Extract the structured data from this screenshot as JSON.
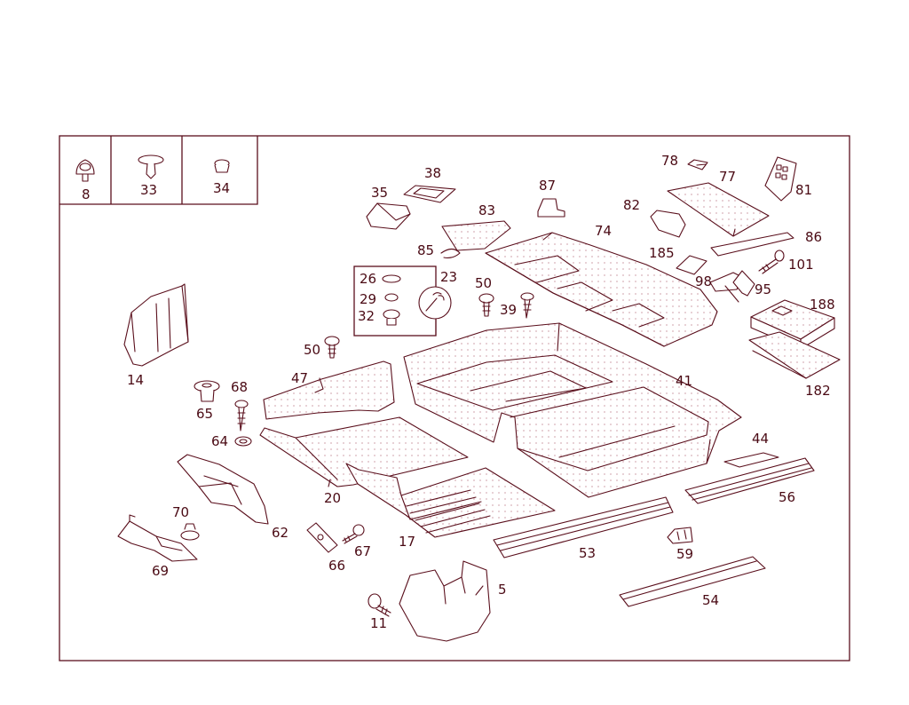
{
  "parts": {
    "p8": "8",
    "p33": "33",
    "p34": "34",
    "p38": "38",
    "p35": "35",
    "p87": "87",
    "p78": "78",
    "p77": "77",
    "p81": "81",
    "p83": "83",
    "p82": "82",
    "p74": "74",
    "p86": "86",
    "p85": "85",
    "p185": "185",
    "p101": "101",
    "p26": "26",
    "p23": "23",
    "p29": "29",
    "p32": "32",
    "p50a": "50",
    "p39": "39",
    "p98": "98",
    "p95": "95",
    "p188": "188",
    "p50b": "50",
    "p14": "14",
    "p47": "47",
    "p68": "68",
    "p65": "65",
    "p41": "41",
    "p182": "182",
    "p64": "64",
    "p44": "44",
    "p20": "20",
    "p56": "56",
    "p70": "70",
    "p62": "62",
    "p17": "17",
    "p67": "67",
    "p66": "66",
    "p53": "53",
    "p59": "59",
    "p69": "69",
    "p5": "5",
    "p54": "54",
    "p11": "11"
  },
  "colors": {
    "line": "#5a0f1c",
    "text": "#4a0a14",
    "background": "#ffffff"
  }
}
